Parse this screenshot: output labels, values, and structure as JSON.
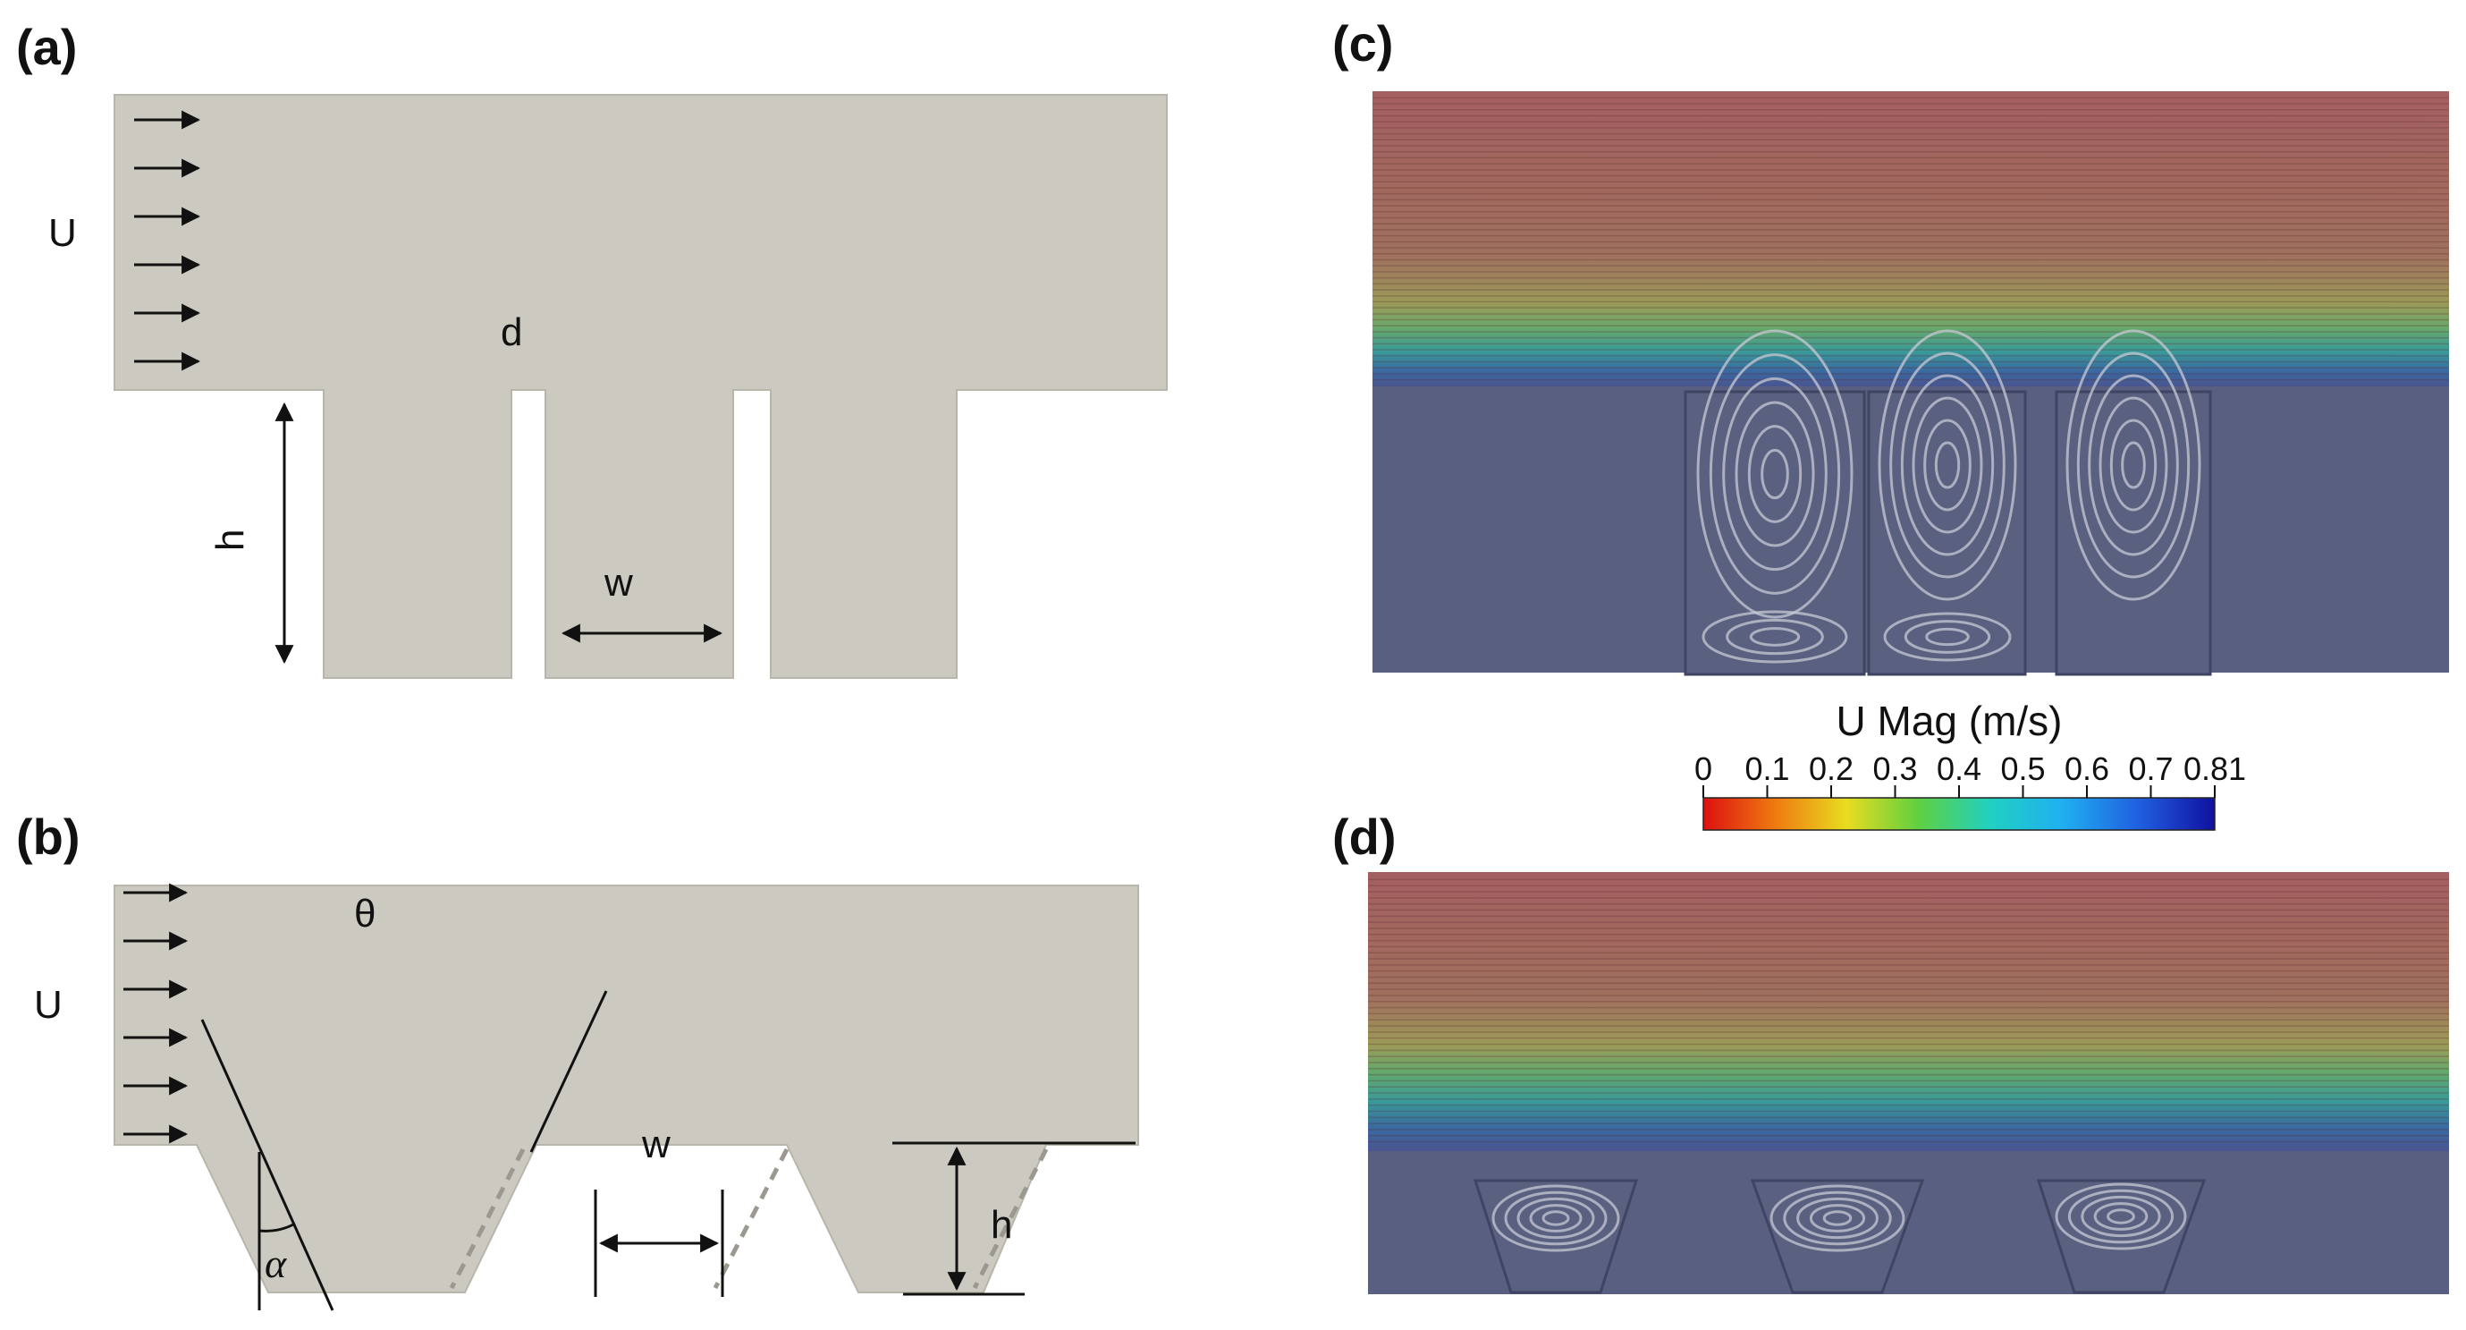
{
  "panels": {
    "a": {
      "label": "(a)",
      "symbols": {
        "velocity": "U",
        "gap": "d",
        "height": "h",
        "width": "w"
      },
      "flow_arrow_count": 6
    },
    "b": {
      "label": "(b)",
      "symbols": {
        "velocity": "U",
        "theta": "θ",
        "width": "w",
        "height": "h",
        "alpha": "α"
      },
      "flow_arrow_count": 6
    },
    "c": {
      "label": "(c)"
    },
    "d": {
      "label": "(d)"
    }
  },
  "colorbar": {
    "title": "U Mag (m/s)",
    "ticks": [
      "0",
      "0.1",
      "0.2",
      "0.3",
      "0.4",
      "0.5",
      "0.6",
      "0.7",
      "0.81"
    ],
    "colors": [
      "#dd1010",
      "#ee7a10",
      "#e8dc20",
      "#60d040",
      "#20d0c0",
      "#20b0f0",
      "#2060e0",
      "#1010a0"
    ]
  },
  "colors": {
    "geometry_fill": "#cbc9c0",
    "field_bg": "#585f80",
    "stream_top": "#a86a68"
  }
}
